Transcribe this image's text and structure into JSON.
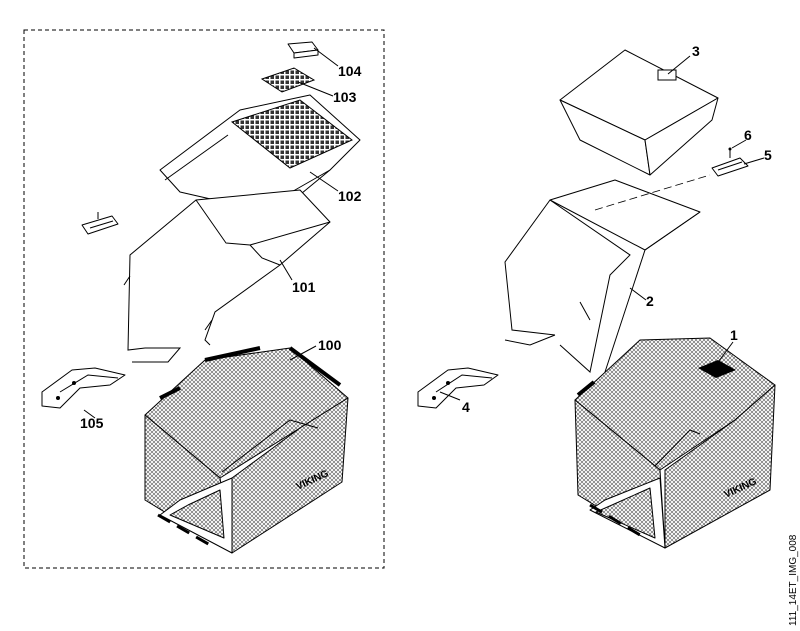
{
  "diagram": {
    "reference_code": "111_14ET_IMG_008",
    "left_group_callouts": [
      "104",
      "103",
      "102",
      "101",
      "100",
      "105"
    ],
    "right_group_callouts": [
      "3",
      "6",
      "5",
      "2",
      "1",
      "4"
    ],
    "basket_logo_text": "VIKING"
  }
}
